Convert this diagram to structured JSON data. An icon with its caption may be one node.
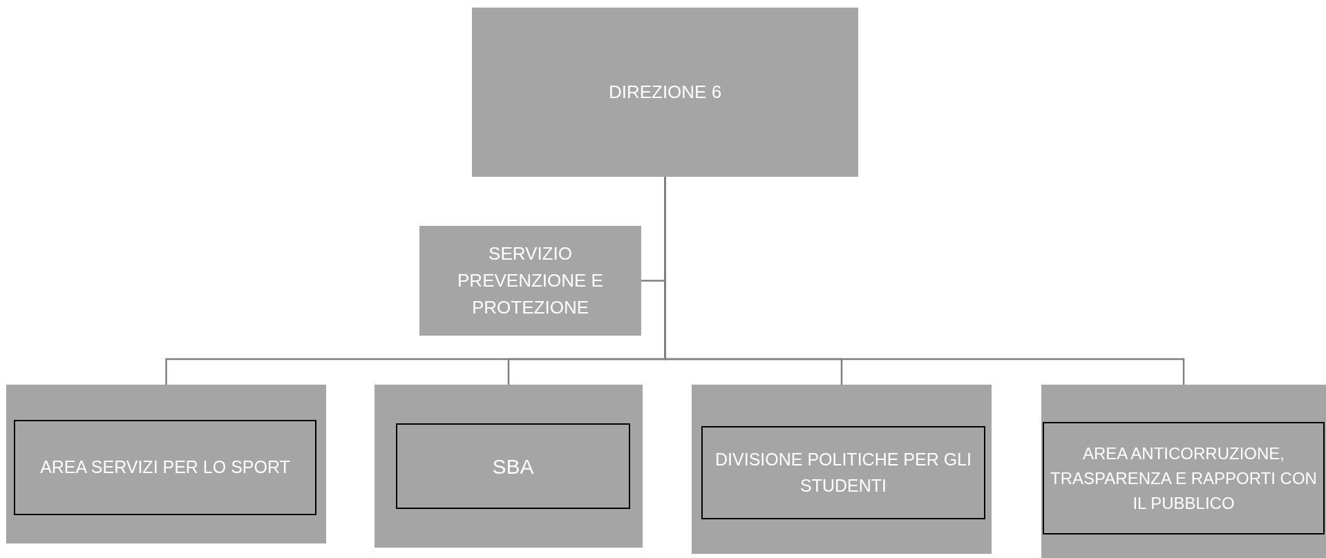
{
  "diagram": {
    "nodes": [
      {
        "text": [
          "DIREZIONE 6"
        ]
      },
      {
        "text": [
          "SERVIZIO PREVENZIONE E PROTEZIONE"
        ]
      },
      {
        "text": [],
        "shape": "box"
      },
      {
        "text": [
          "AREA SERVIZI PER LO SPORT"
        ],
        "in": 2
      },
      {
        "text": [],
        "shape": "box"
      },
      {
        "text": [
          "SBA"
        ],
        "in": 4
      },
      {
        "text": [],
        "shape": "box"
      },
      {
        "text": [
          "DIVISIONE POLITICHE PER GLI STUDENTI"
        ],
        "in": 6
      },
      {
        "text": [],
        "shape": "box"
      },
      {
        "text": [
          "AREA ANTICORRUZIONE, TRASPARENZA E RAPPORTI CON IL PUBBLICO"
        ],
        "in": 8
      }
    ],
    "edges": [
      {
        "from": 0,
        "to": 1,
        "arrow": "none"
      },
      {
        "from": 0,
        "to": 2,
        "arrow": "none"
      },
      {
        "from": 0,
        "to": 4,
        "arrow": "none"
      },
      {
        "from": 0,
        "to": 6,
        "arrow": "none"
      },
      {
        "from": 0,
        "to": 8,
        "arrow": "none"
      }
    ]
  }
}
